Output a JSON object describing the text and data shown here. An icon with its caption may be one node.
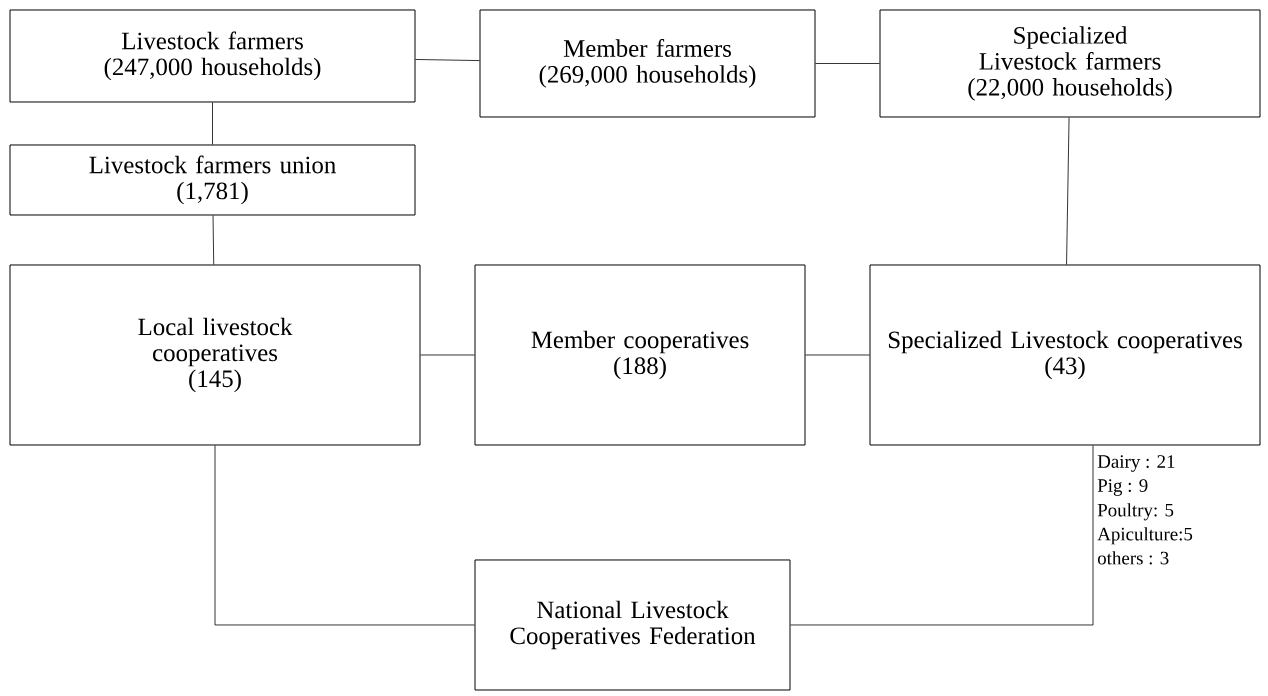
{
  "diagram": {
    "nodes": [
      {
        "text": [
          "Livestock farmers",
          "(247,000 households)"
        ]
      },
      {
        "text": [
          "Member farmers",
          "(269,000 households)"
        ]
      },
      {
        "text": [
          "Specialized Livestock farmers",
          "(22,000 households)"
        ]
      },
      {
        "text": [
          "Livestock farmers union",
          "(1,781)"
        ]
      },
      {
        "text": [
          "Local livestock cooperatives",
          "(145)"
        ]
      },
      {
        "text": [
          "Member cooperatives",
          "(188)"
        ]
      },
      {
        "text": [
          "Specialized Livestock cooperatives",
          "(43)"
        ]
      },
      {
        "text": [
          "National Livestock Cooperatives Federation"
        ]
      }
    ],
    "edges": [
      {
        "from": 0,
        "to": 1,
        "arrow": "none"
      },
      {
        "from": 1,
        "to": 2,
        "arrow": "none"
      },
      {
        "from": 0,
        "to": 3,
        "arrow": "none"
      },
      {
        "from": 3,
        "to": 4,
        "arrow": "none"
      },
      {
        "from": 2,
        "to": 6,
        "arrow": "none"
      },
      {
        "from": 4,
        "to": 5,
        "arrow": "none"
      },
      {
        "from": 5,
        "to": 6,
        "arrow": "none"
      },
      {
        "from": 4,
        "to": 7,
        "arrow": "none"
      },
      {
        "from": 6,
        "to": 7,
        "arrow": "none"
      }
    ],
    "labels": [
      "Dairy  :  21",
      "Pig     :  9",
      "Poultry:  5",
      "Apiculture:5",
      "others  :  3"
    ]
  }
}
